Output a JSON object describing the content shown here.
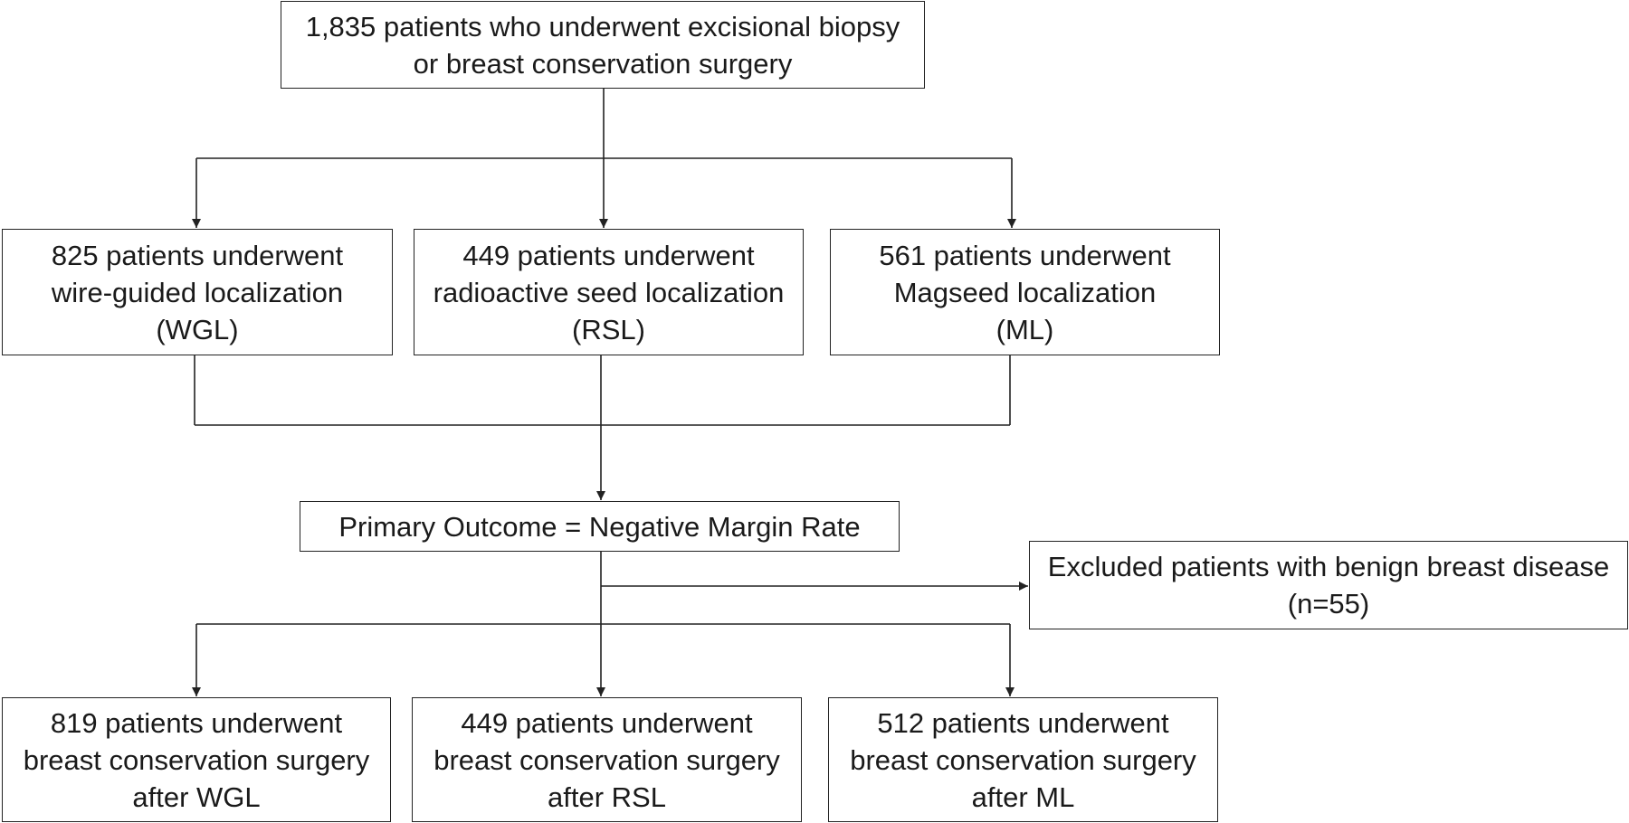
{
  "diagram": {
    "type": "flowchart",
    "nodes": {
      "root": {
        "lines": [
          "1,835 patients who underwent excisional biopsy",
          "or breast conservation surgery"
        ]
      },
      "wgl": {
        "lines": [
          "825 patients underwent",
          "wire-guided localization",
          "(WGL)"
        ]
      },
      "rsl": {
        "lines": [
          "449 patients underwent",
          "radioactive seed localization",
          "(RSL)"
        ]
      },
      "ml": {
        "lines": [
          "561 patients underwent",
          "Magseed localization",
          "(ML)"
        ]
      },
      "outcome": {
        "lines": [
          "Primary Outcome = Negative Margin Rate"
        ]
      },
      "excluded": {
        "lines": [
          "Excluded patients with benign breast disease",
          "(n=55)"
        ]
      },
      "bcs_wgl": {
        "lines": [
          "819 patients underwent",
          "breast conservation surgery",
          "after WGL"
        ]
      },
      "bcs_rsl": {
        "lines": [
          "449 patients underwent",
          "breast conservation surgery",
          "after RSL"
        ]
      },
      "bcs_ml": {
        "lines": [
          "512 patients underwent",
          "breast conservation surgery",
          "after ML"
        ]
      }
    },
    "edges": [
      {
        "from": "root",
        "to": "wgl"
      },
      {
        "from": "root",
        "to": "rsl"
      },
      {
        "from": "root",
        "to": "ml"
      },
      {
        "from": "wgl",
        "to": "outcome"
      },
      {
        "from": "rsl",
        "to": "outcome"
      },
      {
        "from": "ml",
        "to": "outcome"
      },
      {
        "from": "outcome",
        "to": "excluded"
      },
      {
        "from": "outcome",
        "to": "bcs_wgl"
      },
      {
        "from": "outcome",
        "to": "bcs_rsl"
      },
      {
        "from": "outcome",
        "to": "bcs_ml"
      }
    ],
    "colors": {
      "line": "#222222",
      "box_border": "#222222",
      "text": "#1a1a1a",
      "background": "#ffffff"
    }
  }
}
